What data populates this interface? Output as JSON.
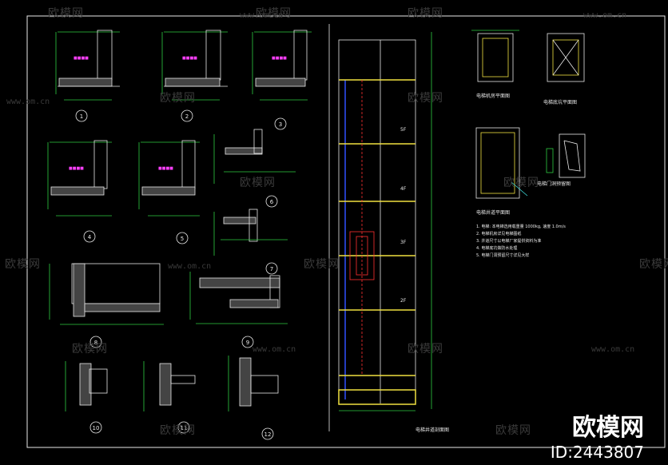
{
  "watermark": {
    "text": "欧模网",
    "url": "www.om.cn"
  },
  "detail_numbers": [
    "1",
    "2",
    "3",
    "4",
    "5",
    "6",
    "7",
    "8",
    "9",
    "10",
    "11",
    "12"
  ],
  "section_title": "电梯井道剖面图",
  "plan_titles": [
    "电梯机房平面图",
    "电梯底坑平面图",
    "电梯井道平面图",
    "电梯门洞预留图"
  ],
  "notes": [
    "1. 电梯: 本电梯选用载重量 1000kg, 速度 1.0m/s",
    "2. 电梯机房详见电梯图纸",
    "3. 井道尺寸以电梯厂家提供资料为准",
    "4. 电梯底坑做防水处理",
    "5. 电梯门洞预留尺寸详见大样"
  ],
  "floor_labels": [
    "5F",
    "4F",
    "3F",
    "2F"
  ],
  "brand": {
    "name": "欧模网",
    "id": "ID:2443807"
  },
  "colors": {
    "line_white": "#e8e8e8",
    "line_green": "#2ecc40",
    "line_yellow": "#f0e040",
    "line_red": "#ff3030",
    "line_blue": "#3050ff",
    "line_magenta": "#ff40ff",
    "line_cyan": "#40e0e0"
  }
}
